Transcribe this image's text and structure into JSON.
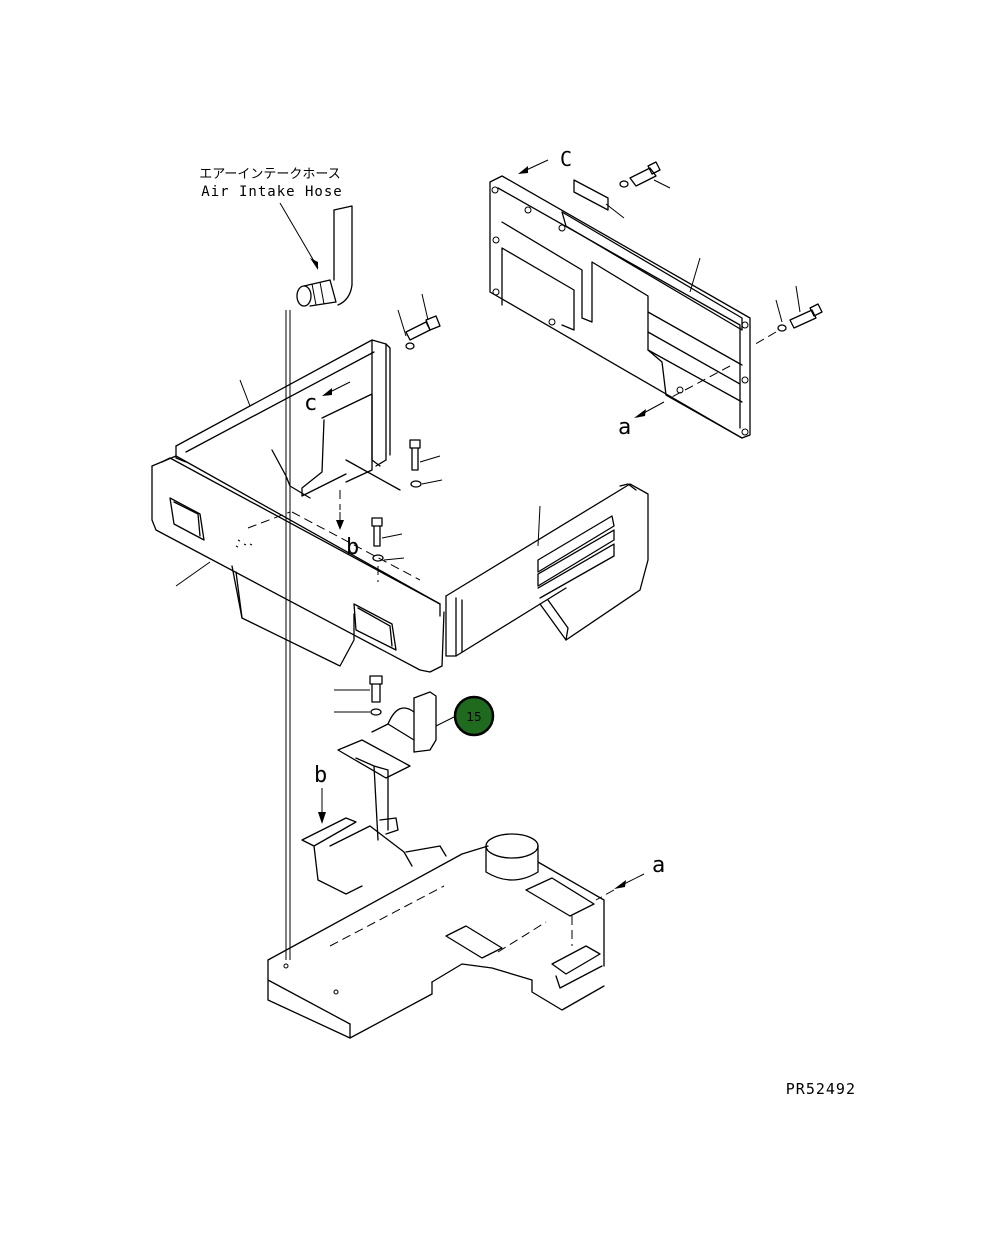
{
  "labels": {
    "hose_jp": "エアーインテークホース",
    "hose_en": "Air Intake Hose",
    "ref_c_top": "C",
    "ref_c_frame": "c",
    "ref_a_panel": "a",
    "ref_b_frame": "b",
    "ref_b_lower": "b",
    "ref_a_lower": "a",
    "drawing_number": "PR52492"
  },
  "callouts": [
    {
      "number": "15",
      "color": "#1e6b1e"
    }
  ],
  "colors": {
    "line": "#000000",
    "callout_fill": "#1e6b1e",
    "callout_text": "#ffffff"
  }
}
